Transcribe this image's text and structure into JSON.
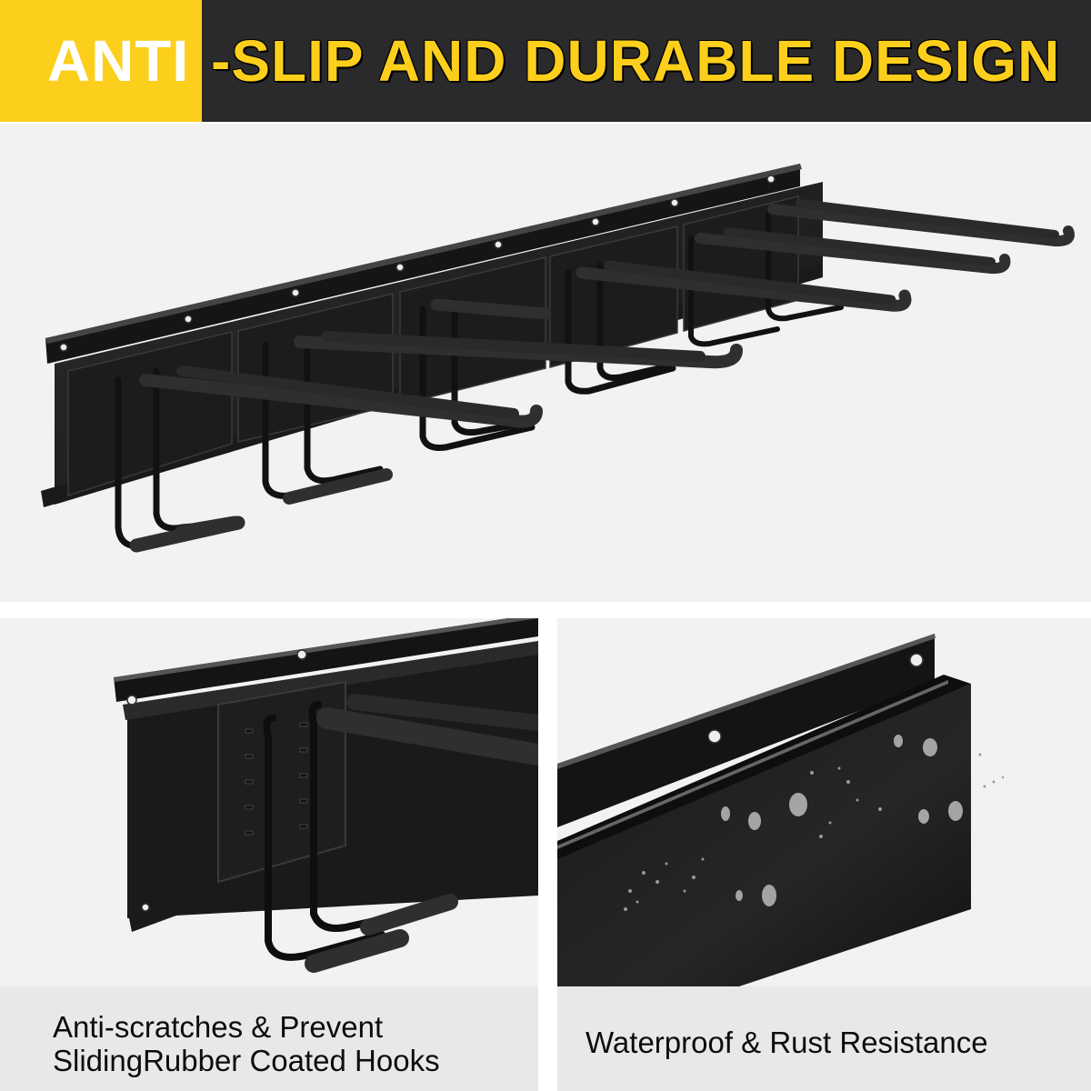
{
  "header": {
    "title_highlight": "ANTI",
    "title_rest": "-SLIP AND DURABLE DESIGN",
    "accent_color": "#fccf1c",
    "background_color": "#2a2a2c"
  },
  "panels": {
    "top": {
      "image": "wall-mounted-rail-with-rubber-coated-hooks"
    },
    "left": {
      "image": "rubber-coated-hook-closeup",
      "caption_line1": "Anti-scratches & Prevent",
      "caption_line2": "SlidingRubber Coated Hooks"
    },
    "right": {
      "image": "waterproof-rail-with-water-droplets",
      "caption": "Waterproof & Rust Resistance"
    }
  }
}
